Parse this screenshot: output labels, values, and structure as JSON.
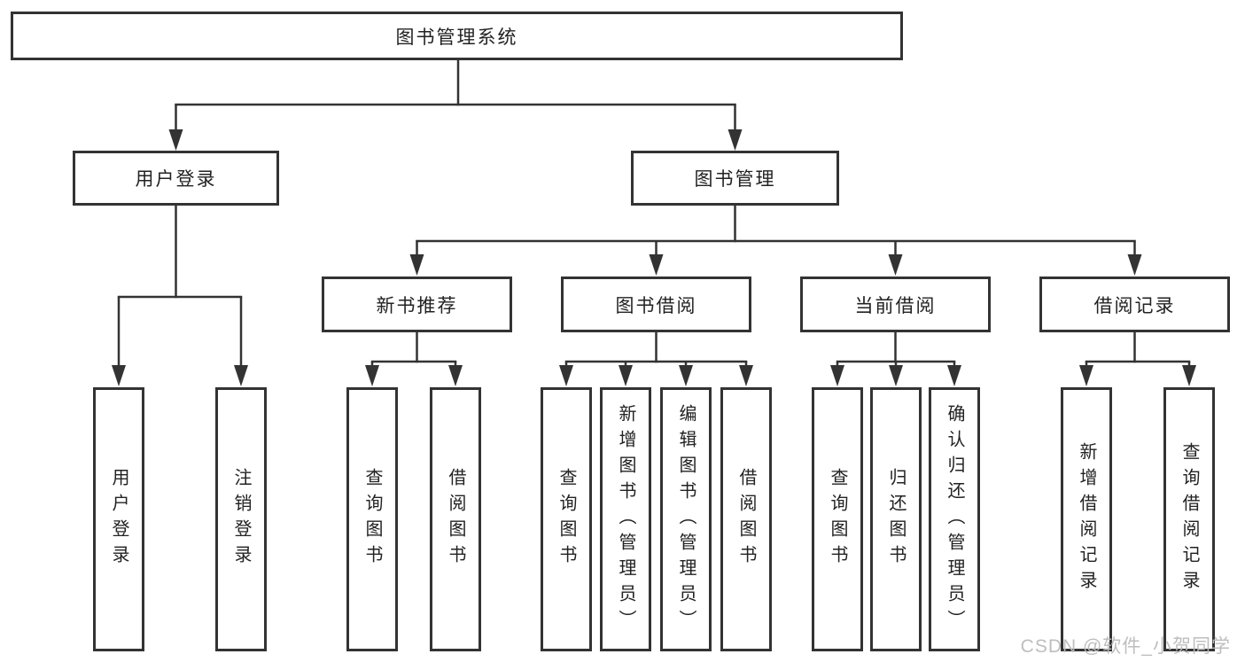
{
  "tree": {
    "label": "图书管理系统",
    "children": [
      {
        "label": "用户登录",
        "children": [
          {
            "label": "用户登录"
          },
          {
            "label": "注销登录"
          }
        ]
      },
      {
        "label": "图书管理",
        "children": [
          {
            "label": "新书推荐",
            "children": [
              {
                "label": "查询图书"
              },
              {
                "label": "借阅图书"
              }
            ]
          },
          {
            "label": "图书借阅",
            "children": [
              {
                "label": "查询图书"
              },
              {
                "label": "新增图书（管理员）"
              },
              {
                "label": "编辑图书（管理员）"
              },
              {
                "label": "借阅图书"
              }
            ]
          },
          {
            "label": "当前借阅",
            "children": [
              {
                "label": "查询图书"
              },
              {
                "label": "归还图书"
              },
              {
                "label": "确认归还（管理员）"
              }
            ]
          },
          {
            "label": "借阅记录",
            "children": [
              {
                "label": "新增借阅记录"
              },
              {
                "label": "查询借阅记录"
              }
            ]
          }
        ]
      }
    ]
  },
  "watermark": {
    "text": "CSDN @软件_小贺同学"
  },
  "colors": {
    "line": "#333333",
    "box_border": "#333333",
    "box_background": "#ffffff",
    "text": "#222222",
    "watermark": "#bbbbbb",
    "page_background": "#ffffff"
  }
}
